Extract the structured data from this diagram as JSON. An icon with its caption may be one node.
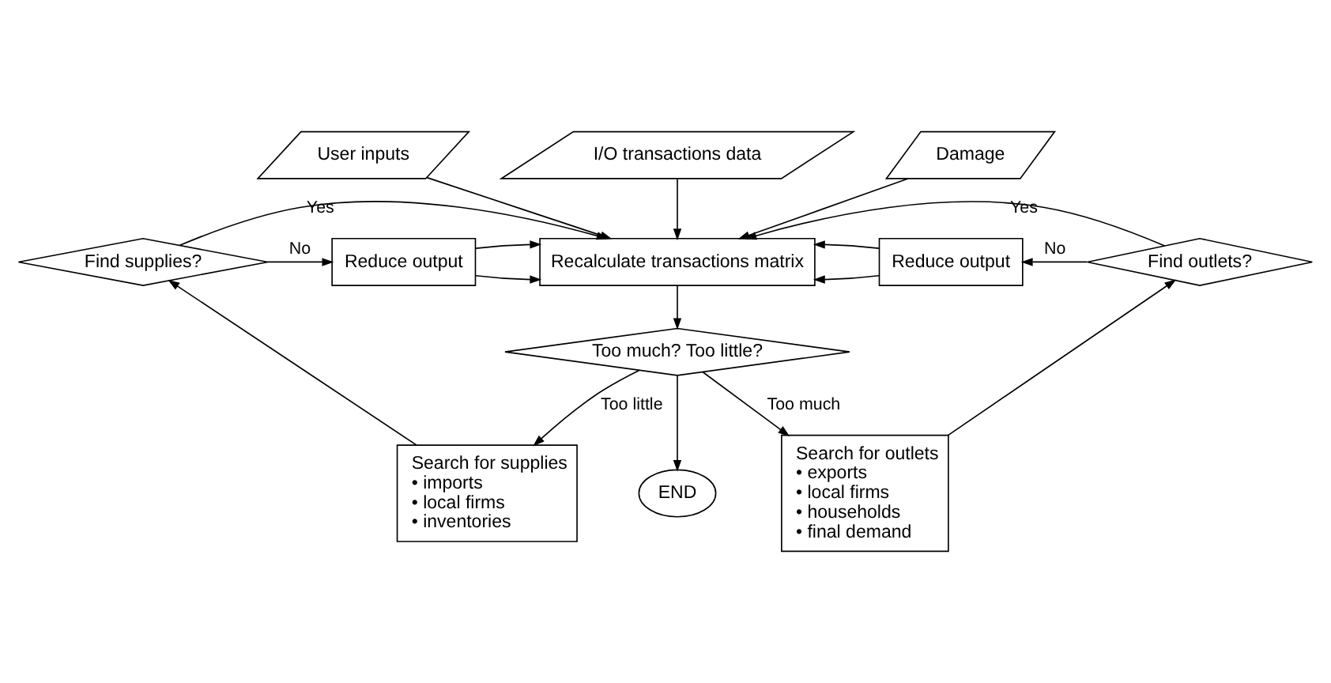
{
  "diagram": {
    "nodes": [
      {
        "text": [
          "User inputs"
        ]
      },
      {
        "text": [
          "I/O transactions data"
        ]
      },
      {
        "text": [
          "Damage"
        ]
      },
      {
        "text": [
          "Recalculate transactions matrix"
        ]
      },
      {
        "text": [
          "Find supplies?"
        ]
      },
      {
        "text": [
          "Reduce output"
        ]
      },
      {
        "text": [
          "Reduce output"
        ]
      },
      {
        "text": [
          "Find outlets?"
        ]
      },
      {
        "text": [
          "Too much? Too little?"
        ]
      },
      {
        "text": [
          "Search for supplies",
          "• imports",
          "• local firms",
          "• inventories"
        ]
      },
      {
        "text": [
          "Search for outlets",
          "• exports",
          "• local firms",
          "• households",
          "• final demand"
        ]
      },
      {
        "text": [
          "END"
        ]
      }
    ],
    "edges": [
      {
        "from": 0,
        "to": 3,
        "arrow": "to"
      },
      {
        "from": 1,
        "to": 3,
        "arrow": "to"
      },
      {
        "from": 2,
        "to": 3,
        "arrow": "to"
      },
      {
        "from": 4,
        "to": 3,
        "arrow": "to",
        "label": "Yes"
      },
      {
        "from": 4,
        "to": 5,
        "arrow": "to",
        "label": "No"
      },
      {
        "from": 5,
        "to": 3,
        "arrow": "to"
      },
      {
        "from": 5,
        "to": 3,
        "arrow": "to"
      },
      {
        "from": 7,
        "to": 3,
        "arrow": "to",
        "label": "Yes"
      },
      {
        "from": 7,
        "to": 6,
        "arrow": "to",
        "label": "No"
      },
      {
        "from": 6,
        "to": 3,
        "arrow": "to"
      },
      {
        "from": 6,
        "to": 3,
        "arrow": "to"
      },
      {
        "from": 3,
        "to": 8,
        "arrow": "to"
      },
      {
        "from": 8,
        "to": 9,
        "arrow": "to",
        "label": "Too little"
      },
      {
        "from": 8,
        "to": 10,
        "arrow": "to",
        "label": "Too much"
      },
      {
        "from": 8,
        "to": 11,
        "arrow": "to"
      },
      {
        "from": 9,
        "to": 4,
        "arrow": "to"
      },
      {
        "from": 10,
        "to": 7,
        "arrow": "to"
      }
    ]
  }
}
